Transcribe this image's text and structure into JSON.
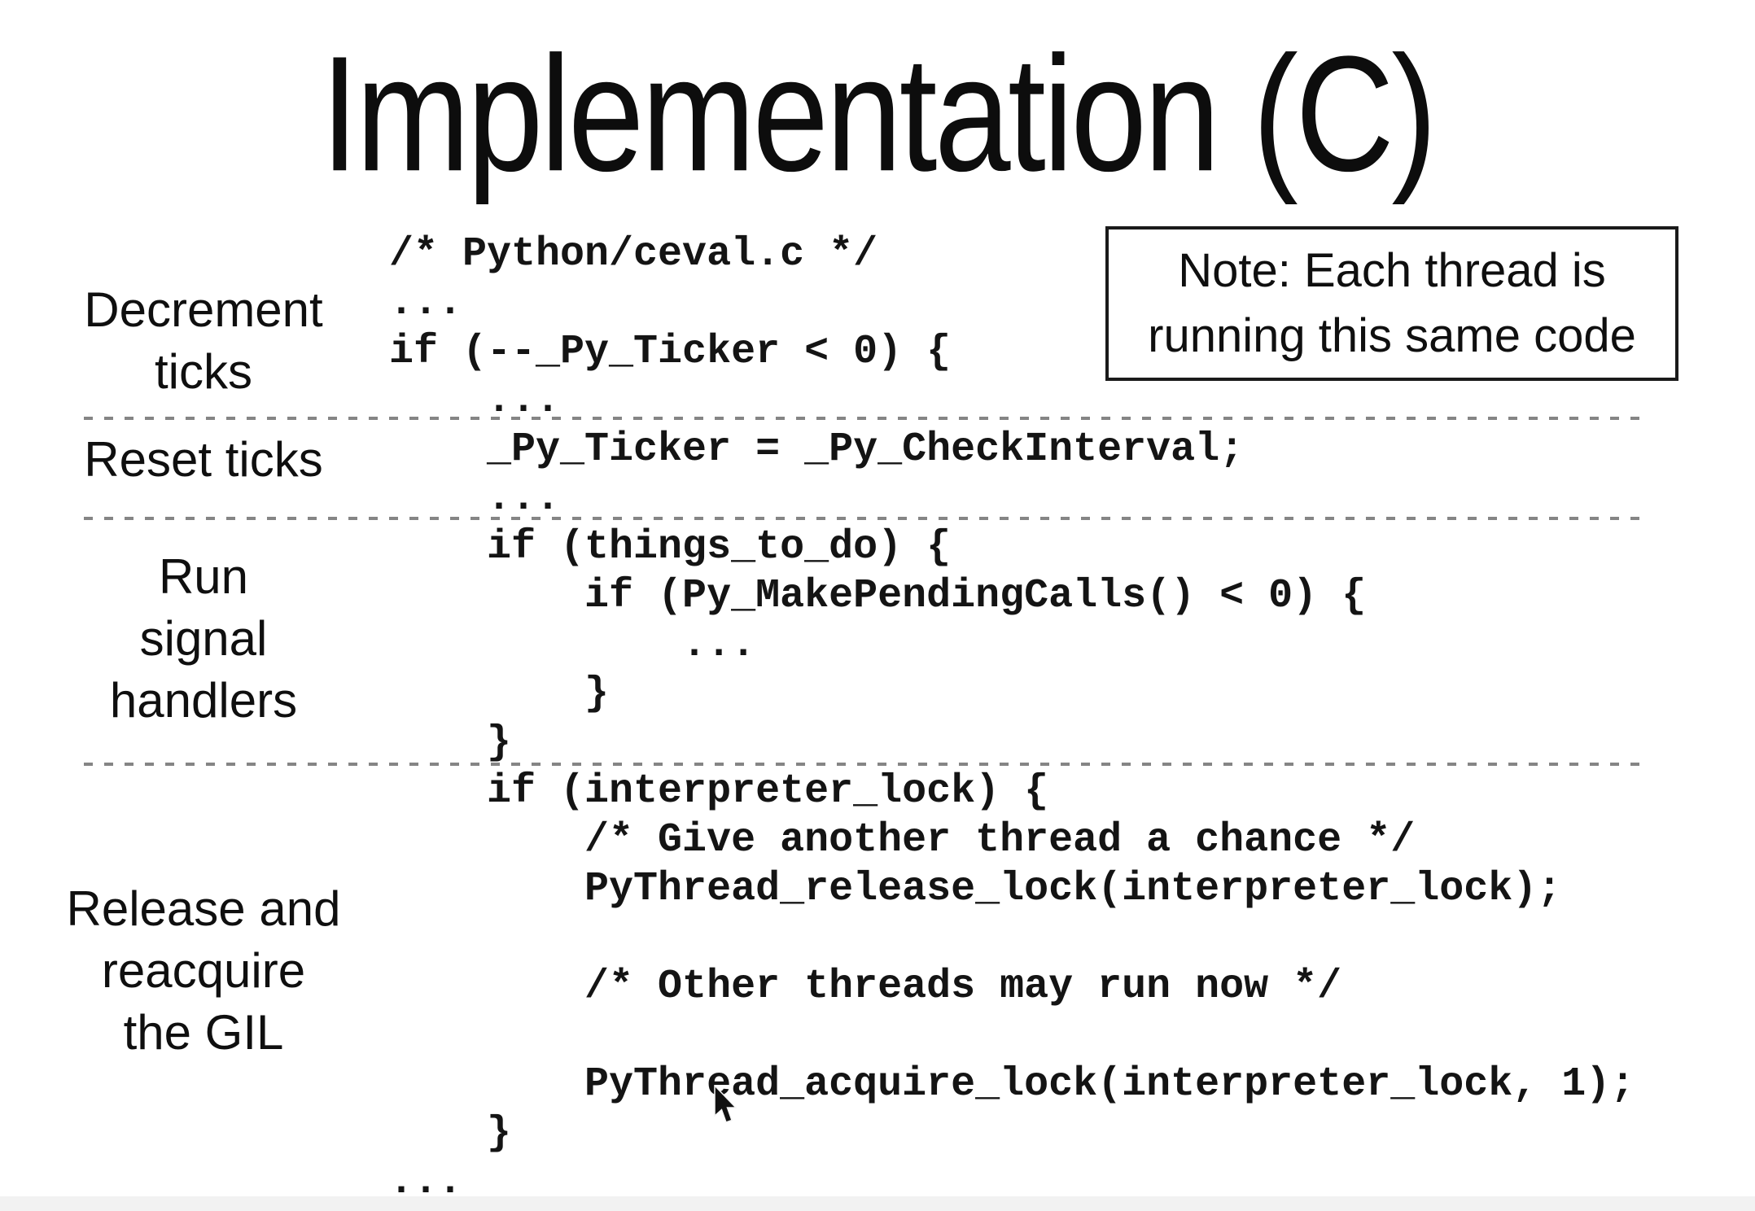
{
  "slide": {
    "title": "Implementation (C)",
    "note_lines": [
      "Note: Each thread is",
      "running this same code"
    ],
    "labels": [
      {
        "lines": [
          "Decrement",
          "ticks"
        ]
      },
      {
        "lines": [
          "Reset ticks"
        ]
      },
      {
        "lines": [
          "Run",
          "signal",
          "handlers"
        ]
      },
      {
        "lines": [
          "Release and",
          "reacquire",
          "the GIL"
        ]
      }
    ],
    "code_lines": [
      "/* Python/ceval.c */",
      "...",
      "if (--_Py_Ticker < 0) {",
      "    ...",
      "    _Py_Ticker = _Py_CheckInterval;",
      "    ...",
      "    if (things_to_do) {",
      "        if (Py_MakePendingCalls() < 0) {",
      "            ...",
      "        }",
      "    }",
      "    if (interpreter_lock) {",
      "        /* Give another thread a chance */",
      "        PyThread_release_lock(interpreter_lock);",
      "",
      "        /* Other threads may run now */",
      "",
      "        PyThread_acquire_lock(interpreter_lock, 1);",
      "    }",
      "..."
    ],
    "cursor_icon": "mouse-pointer"
  }
}
